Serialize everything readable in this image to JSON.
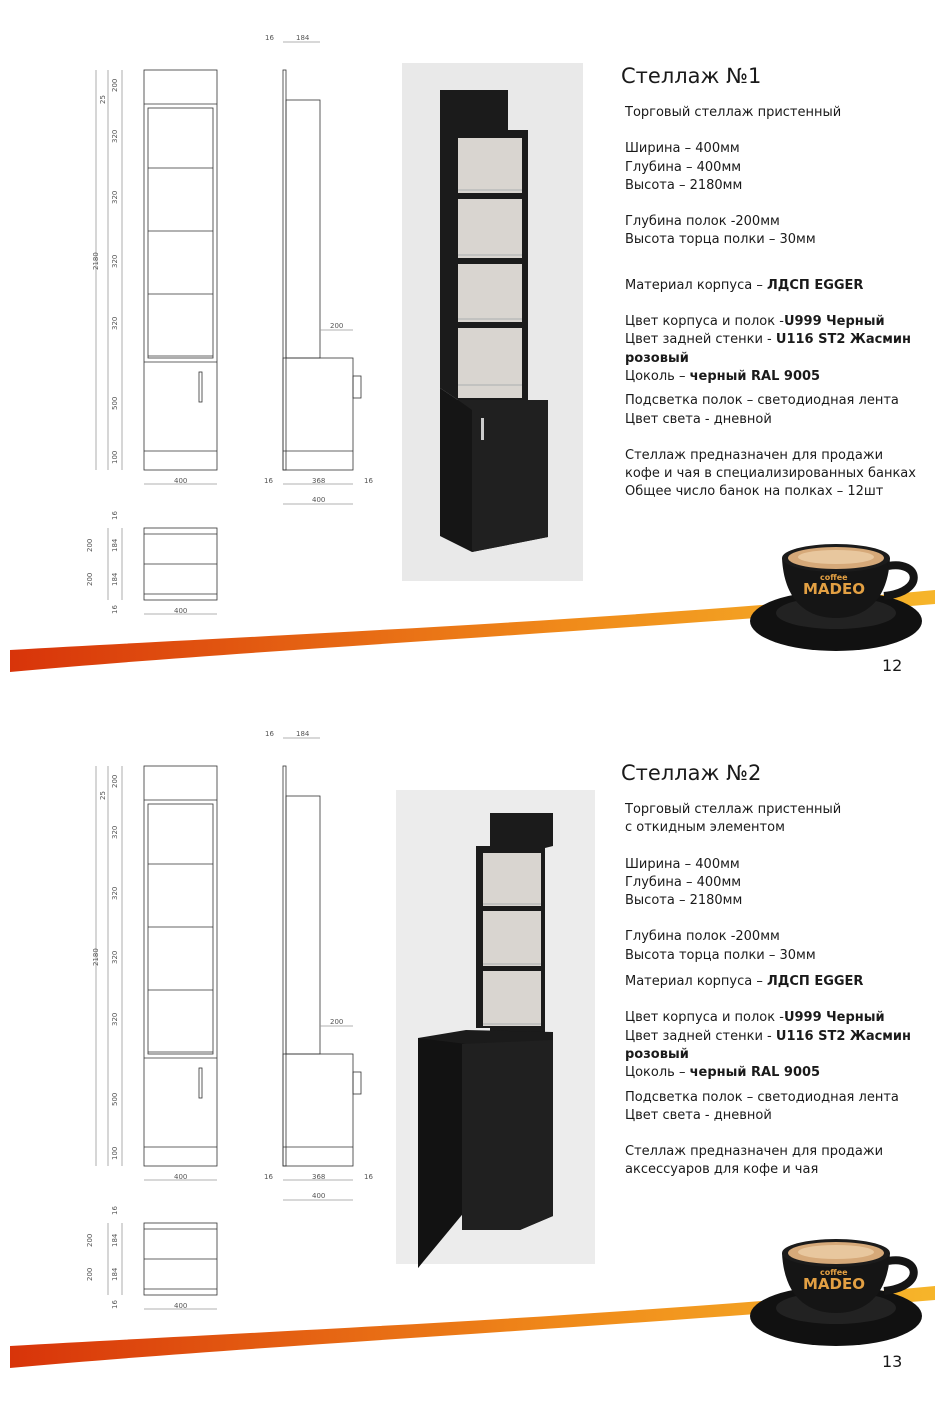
{
  "pages": [
    {
      "title": "Стеллаж №1",
      "page_number": "12",
      "lines": {
        "type": "Торговый стеллаж пристенный",
        "width": "Ширина – 400мм",
        "depth": "Глубина –  400мм",
        "height": "Высота – 2180мм",
        "shelf_depth": "Глубина полок -200мм",
        "shelf_edge": "Высота торца полки – 30мм",
        "material_label": "Материал корпуса – ",
        "material_value": "ЛДСП EGGER",
        "body_color_label": "Цвет корпуса и полок -",
        "body_color_value": "U999 Черный",
        "back_color_label": "Цвет задней стенки - ",
        "back_color_value": "U116 ST2 Жасмин",
        "back_color_value2": "розовый",
        "plinth_label": "Цоколь – ",
        "plinth_value": "черный RAL  9005",
        "lighting": "Подсветка полок – светодиодная лента",
        "light_color": "Цвет света - дневной",
        "purpose1": "Стеллаж предназначен для продажи",
        "purpose2": "кофе и чая в специализированных банках",
        "purpose3": "Общее число банок на полках – 12шт"
      }
    },
    {
      "title": "Стеллаж №2",
      "page_number": "13",
      "lines": {
        "type": "Торговый стеллаж пристенный",
        "type2": "с откидным элементом",
        "width": "Ширина – 400мм",
        "depth": "Глубина –  400мм",
        "height": "Высота – 2180мм",
        "shelf_depth": "Глубина полок -200мм",
        "shelf_edge": "Высота торца полки – 30мм",
        "material_label": "Материал корпуса – ",
        "material_value": "ЛДСП EGGER",
        "body_color_label": "Цвет корпуса и полок -",
        "body_color_value": "U999 Черный",
        "back_color_label": "Цвет задней стенки - ",
        "back_color_value": "U116 ST2 Жасмин",
        "back_color_value2": "розовый",
        "plinth_label": "Цоколь – ",
        "plinth_value": "черный RAL  9005",
        "lighting": "Подсветка полок – светодиодная лента",
        "light_color": "Цвет света - дневной",
        "purpose1": "Стеллаж предназначен для продажи",
        "purpose2": "аксессуаров для кофе и чая"
      }
    }
  ],
  "drawing_dims": {
    "total_height": "2180",
    "top": "200",
    "shelf_gap": "25",
    "shelf": "320",
    "cabinet": "500",
    "plinth": "100",
    "width": "400",
    "side_thk": "16",
    "depth_top": "184",
    "shelf_depth": "200",
    "inner": "368",
    "plan_h": "200",
    "plan_inner": "184"
  },
  "brand": {
    "small": "coffee",
    "name": "MADEO"
  },
  "colors": {
    "swoosh_dark": "#d8340a",
    "swoosh_light": "#f6a21c",
    "cabinet": "#1b1b1b",
    "back_panel": "#d9d5d0"
  }
}
